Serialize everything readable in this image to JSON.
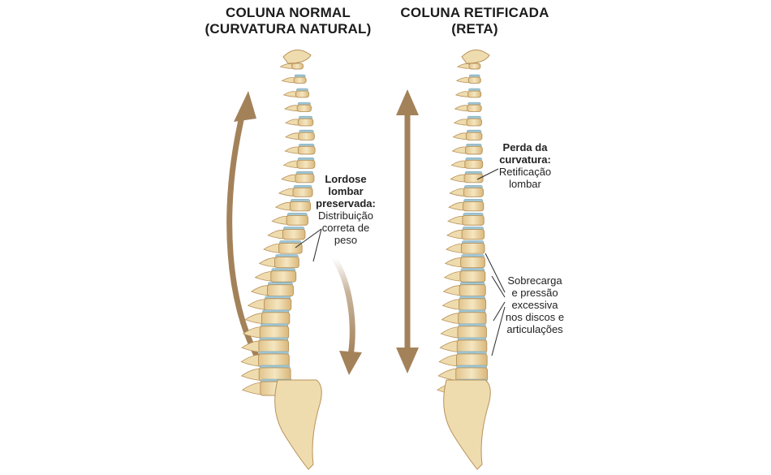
{
  "left": {
    "title_line1": "COLUNA NORMAL",
    "title_line2": "(CURVATURA NATURAL)",
    "label_bold_1": "Lordose",
    "label_bold_2": "lombar",
    "label_bold_3": "preservada:",
    "label_text_1": "Distribuição",
    "label_text_2": "correta de",
    "label_text_3": "peso"
  },
  "right": {
    "title_line1": "COLUNA RETIFICADA",
    "title_line2": "(RETA)",
    "label1_bold_1": "Perda da",
    "label1_bold_2": "curvatura:",
    "label1_text_1": "Retificação",
    "label1_text_2": "lombar",
    "label2_text_1": "Sobrecarga",
    "label2_text_2": "e pressão",
    "label2_text_3": "excessiva",
    "label2_text_4": "nos discos e",
    "label2_text_5": "articulações"
  },
  "colors": {
    "bone": "#efdcae",
    "bone_dark": "#b8925a",
    "disc": "#9ec6d4",
    "arrow": "#a3825a",
    "line": "#2a2a2a"
  }
}
